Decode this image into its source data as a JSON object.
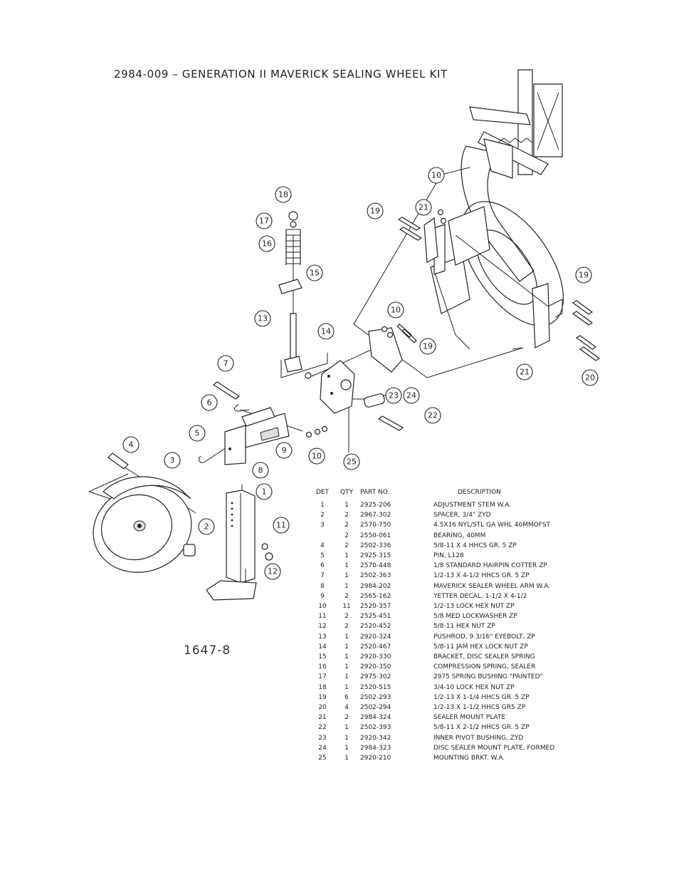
{
  "title": "2984-009 – GENERATION II MAVERICK SEALING WHEEL KIT",
  "drawing_number": "1647-8",
  "callouts": [
    "1",
    "2",
    "3",
    "4",
    "5",
    "6",
    "7",
    "8",
    "9",
    "10",
    "10",
    "10",
    "11",
    "12",
    "13",
    "14",
    "15",
    "16",
    "17",
    "18",
    "19",
    "19",
    "19",
    "20",
    "21",
    "21",
    "22",
    "23",
    "24",
    "25"
  ],
  "table": {
    "headers": {
      "det": "DET",
      "qty": "QTY",
      "part": "PART NO.",
      "desc": "DESCRIPTION"
    },
    "rows": [
      {
        "det": "1",
        "qty": "1",
        "part": "2925-206",
        "desc": "ADJUSTMENT STEM W.A."
      },
      {
        "det": "2",
        "qty": "2",
        "part": "2967-302",
        "desc": "SPACER, 3/4\" ZYD"
      },
      {
        "det": "3",
        "qty": "2",
        "part": "2570-750",
        "desc": "4.5X16 NYL/STL GA WHL 40MMOFST"
      },
      {
        "det": "",
        "qty": "2",
        "part": "2550-061",
        "desc": "BEARING, 40MM"
      },
      {
        "det": "4",
        "qty": "2",
        "part": "2502-336",
        "desc": "5/8-11 X 4 HHCS GR. 5 ZP"
      },
      {
        "det": "5",
        "qty": "1",
        "part": "2925-315",
        "desc": "PIN, L128"
      },
      {
        "det": "6",
        "qty": "1",
        "part": "2570-448",
        "desc": "1/8 STANDARD HAIRPIN COTTER ZP"
      },
      {
        "det": "7",
        "qty": "1",
        "part": "2502-363",
        "desc": "1/2-13 X 4-1/2 HHCS GR. 5 ZP"
      },
      {
        "det": "8",
        "qty": "1",
        "part": "2984-202",
        "desc": "MAVERICK SEALER WHEEL ARM W.A."
      },
      {
        "det": "9",
        "qty": "2",
        "part": "2565-162",
        "desc": "YETTER DECAL, 1-1/2 X 4-1/2"
      },
      {
        "det": "10",
        "qty": "11",
        "part": "2520-357",
        "desc": "1/2-13 LOCK HEX NUT ZP"
      },
      {
        "det": "11",
        "qty": "2",
        "part": "2525-451",
        "desc": "5/8 MED LOCKWASHER ZP"
      },
      {
        "det": "12",
        "qty": "2",
        "part": "2520-452",
        "desc": "5/8-11 HEX NUT ZP"
      },
      {
        "det": "13",
        "qty": "1",
        "part": "2920-324",
        "desc": "PUSHROD, 9 3/16\" EYEBOLT, ZP"
      },
      {
        "det": "14",
        "qty": "1",
        "part": "2520-467",
        "desc": "5/8-11 JAM HEX LOCK NUT ZP"
      },
      {
        "det": "15",
        "qty": "1",
        "part": "2920-330",
        "desc": "BRACKET, DISC SEALER SPRING"
      },
      {
        "det": "16",
        "qty": "1",
        "part": "2920-350",
        "desc": "COMPRESSION SPRING, SEALER"
      },
      {
        "det": "17",
        "qty": "1",
        "part": "2975-302",
        "desc": "2975 SPRING BUSHING \"PAINTED\""
      },
      {
        "det": "18",
        "qty": "1",
        "part": "2520-515",
        "desc": "3/4-10 LOCK HEX NUT ZP"
      },
      {
        "det": "19",
        "qty": "6",
        "part": "2502-293",
        "desc": "1/2-13 X 1-1/4 HHCS GR. 5 ZP"
      },
      {
        "det": "20",
        "qty": "4",
        "part": "2502-294",
        "desc": "1/2-13 X 1-1/2 HHCS GR5 ZP"
      },
      {
        "det": "21",
        "qty": "2",
        "part": "2984-324",
        "desc": "SEALER MOUNT PLATE"
      },
      {
        "det": "22",
        "qty": "1",
        "part": "2502-393",
        "desc": "5/8-11 X 2-1/2 HHCS GR. 5 ZP"
      },
      {
        "det": "23",
        "qty": "1",
        "part": "2920-342",
        "desc": "INNER PIVOT BUSHING, ZYD"
      },
      {
        "det": "24",
        "qty": "1",
        "part": "2984-323",
        "desc": "DISC SEALER MOUNT PLATE, FORMED"
      },
      {
        "det": "25",
        "qty": "1",
        "part": "2920-210",
        "desc": "MOUNTING BRKT. W.A."
      }
    ]
  }
}
